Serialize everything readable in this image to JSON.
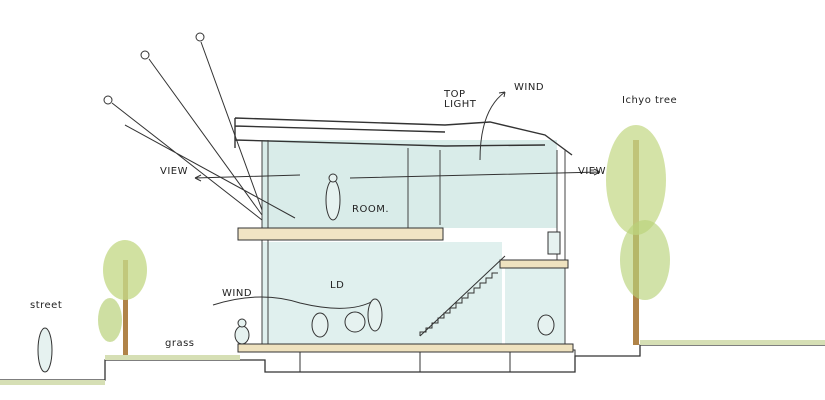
{
  "labels": {
    "view_left": "VIEW",
    "view_right": "VIEW",
    "top_light": "TOP LIGHT",
    "wind_top": "WIND",
    "wind_bottom": "WIND",
    "room": "ROOM.",
    "ld": "LD",
    "street": "street",
    "grass": "grass",
    "tree": "Ichyo tree"
  },
  "colors": {
    "interior": "#cfe7e4",
    "wood": "#c99a4a",
    "foliage": "#b9d27a",
    "ground": "#d6dfb5",
    "ink": "#333333"
  }
}
